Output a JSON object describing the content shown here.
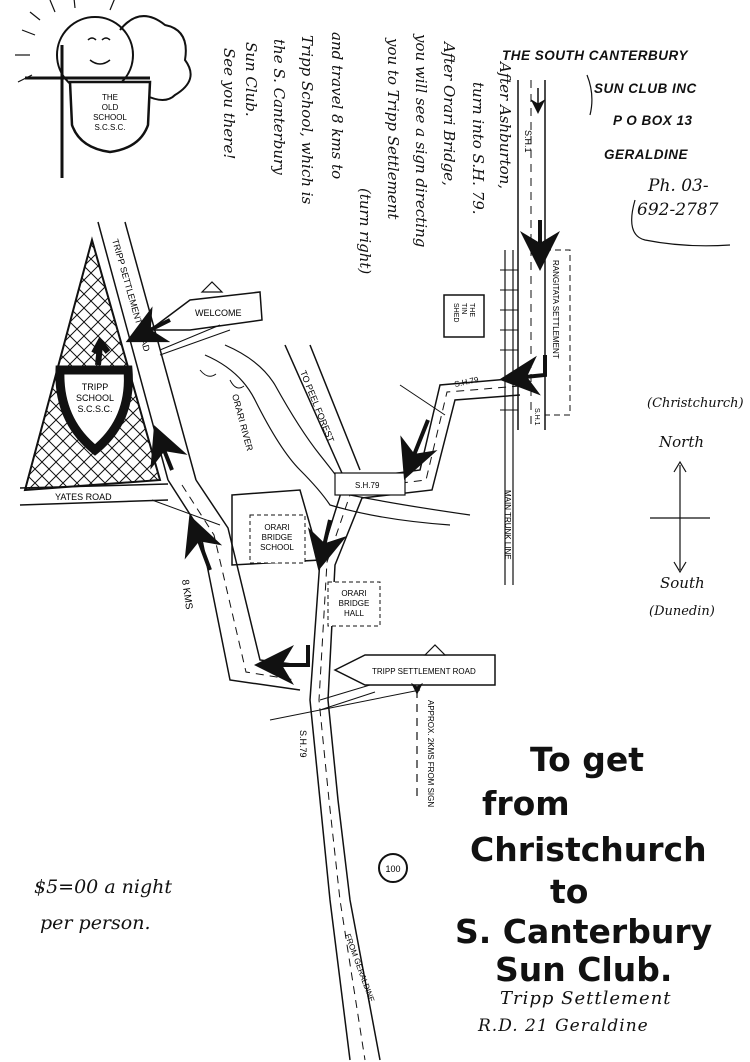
{
  "header": {
    "line1": "THE SOUTH CANTERBURY",
    "line2": "SUN CLUB INC",
    "line3": "P O BOX 13",
    "line4": "GERALDINE",
    "phone1": "Ph. 03-",
    "phone2": "692-2787"
  },
  "logo": {
    "line1": "THE",
    "line2": "OLD",
    "line3": "SCHOOL",
    "line4": "S.C.S.C."
  },
  "directions": [
    "After Ashburton,",
    "turn into S.H. 79.",
    "After Orari Bridge,",
    "you will see a sign directing",
    "you to Tripp Settlement",
    "(turn right)",
    "and travel 8 kms to",
    "Tripp School, which is",
    "the S. Canterbury",
    "Sun Club.",
    "See you there!"
  ],
  "map_labels": {
    "tripp_settlement_road_top": "TRIPP SETTLEMENT ROAD",
    "welcome": "WELCOME",
    "tripp_school": [
      "TRIPP",
      "SCHOOL",
      "S.C.S.C."
    ],
    "yates_road": "YATES ROAD",
    "eight_kms": "8 KMS",
    "orari_river": "ORARI RIVER",
    "to_peel_forest": "TO PEEL FOREST",
    "sh79_junction": "S.H.79",
    "sh79_bridge": "S.H.79",
    "sh79_lower": "S.H.79",
    "tin_shed": [
      "THE",
      "TIN",
      "SHED"
    ],
    "rangitata": "RANGITATA SETTLEMENT",
    "sh1_top": "S.H.1",
    "sh1_lower": "S.H.1",
    "main_trunk": "MAIN TRUNK LINE",
    "orari_bridge_school": [
      "ORARI",
      "BRIDGE",
      "SCHOOL"
    ],
    "orari_bridge_hall": [
      "ORARI",
      "BRIDGE",
      "HALL"
    ],
    "tripp_settlement_road_sign": "TRIPP SETTLEMENT ROAD",
    "approx": "APPROX. 2KMS FROM SIGN",
    "speed_sign": "100",
    "from_geraldine": "FROM GERALDINE"
  },
  "compass": {
    "north_city": "(Christchurch)",
    "north": "North",
    "south": "South",
    "south_city": "(Dunedin)"
  },
  "price": {
    "line1": "$5=00 a night",
    "line2": "per person."
  },
  "title": {
    "line1": "To get",
    "line2": "from",
    "line3": "Christchurch",
    "line4": "to",
    "line5": "S. Canterbury",
    "line6": "Sun Club."
  },
  "address": {
    "line1": "Tripp Settlement",
    "line2": "R.D. 21  Geraldine"
  },
  "colors": {
    "ink": "#111111",
    "paper": "#ffffff"
  }
}
